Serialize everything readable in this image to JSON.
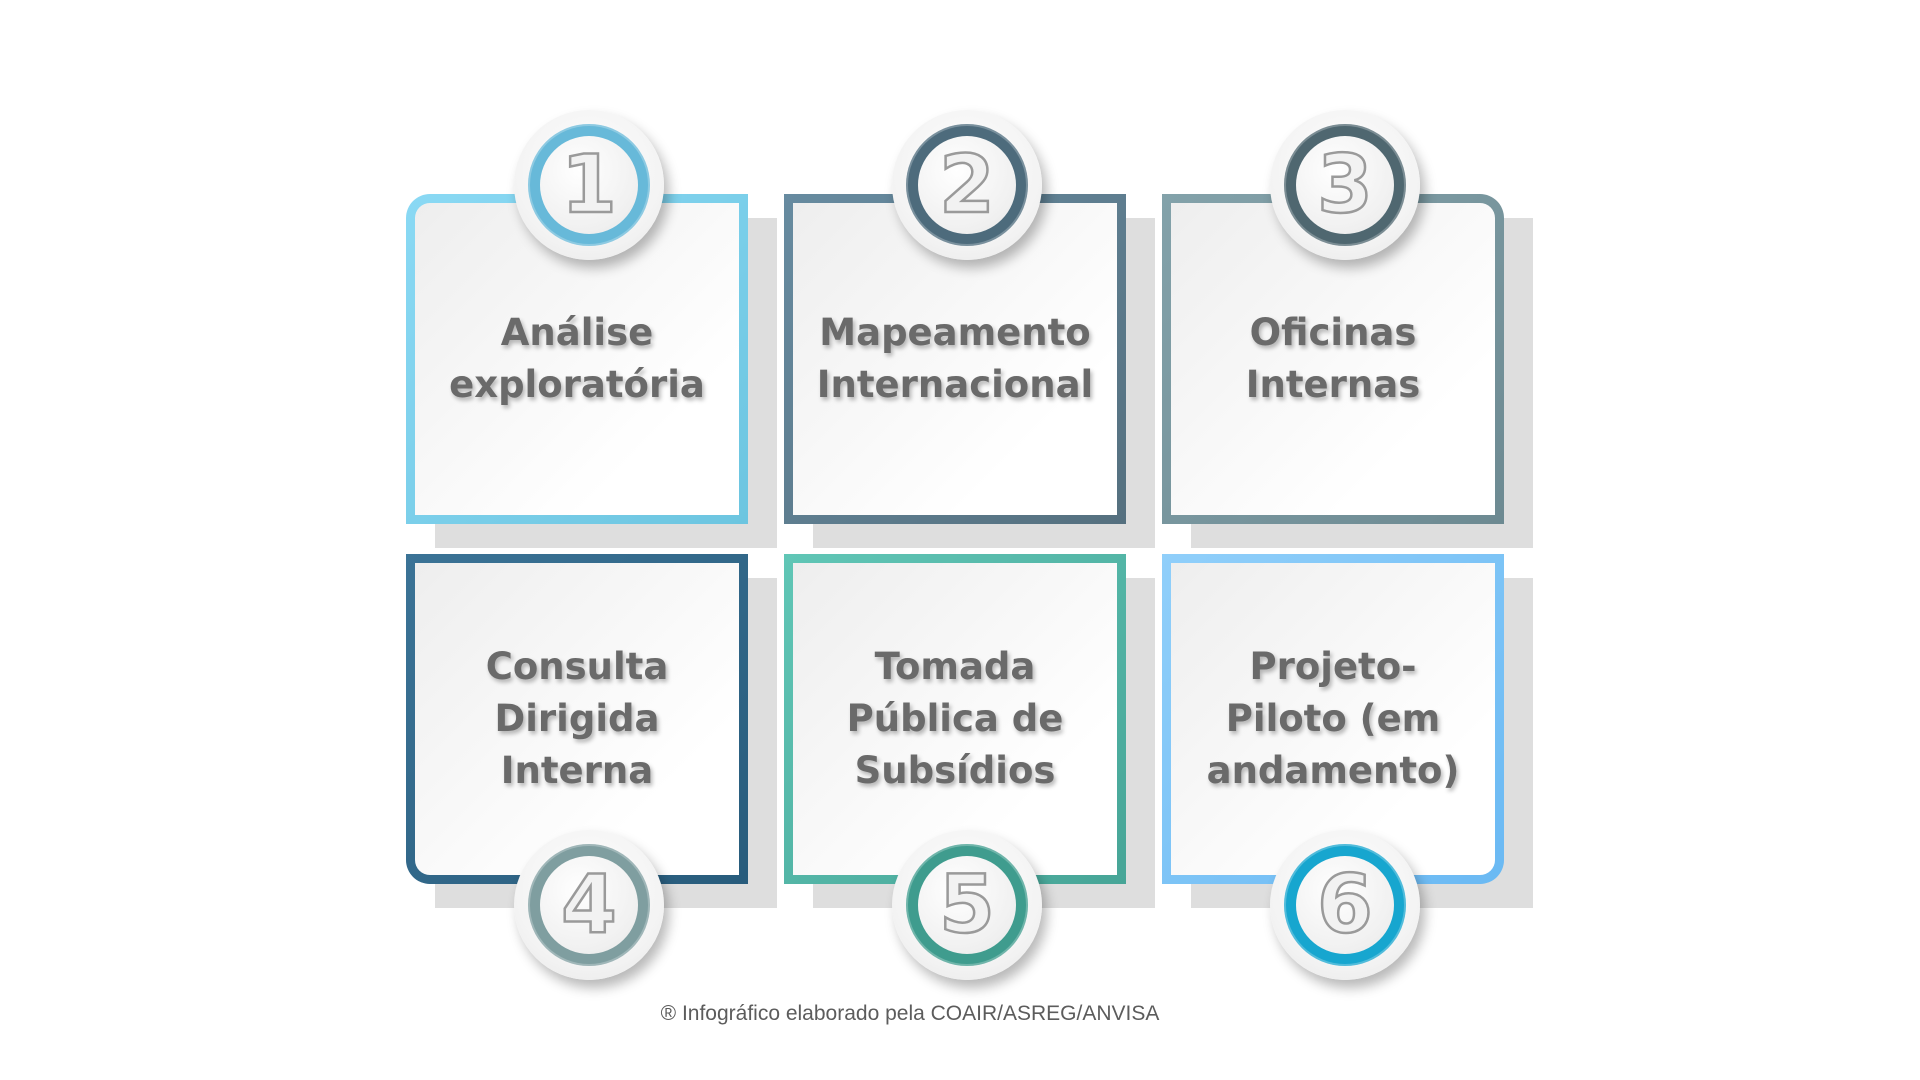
{
  "steps": [
    {
      "number": "1",
      "label": "Análise\nexploratória",
      "color": "#79d3ef",
      "border_gradient": [
        "#8ad9f4",
        "#6cc5e0"
      ],
      "ring_color": "#67b9d9"
    },
    {
      "number": "2",
      "label": "Mapeamento\nInternacional",
      "color": "#5f7f94",
      "border_gradient": [
        "#678ba0",
        "#55707f"
      ],
      "ring_color": "#4d6b7c"
    },
    {
      "number": "3",
      "label": "Oficinas\nInternas",
      "color": "#7a9aa3",
      "border_gradient": [
        "#83a2aa",
        "#6d8a92"
      ],
      "ring_color": "#4f6770"
    },
    {
      "number": "4",
      "label": "Consulta\nDirigida\nInterna",
      "color": "#2f6a8d",
      "border_gradient": [
        "#3b7396",
        "#285c7c"
      ],
      "ring_color": "#7f9ea0"
    },
    {
      "number": "5",
      "label": "Tomada\nPública de\nSubsídios",
      "color": "#5bbfb0",
      "border_gradient": [
        "#60c6b6",
        "#47a597"
      ],
      "ring_color": "#3f9c8e"
    },
    {
      "number": "6",
      "label": "Projeto-\nPiloto (em\nandamento)",
      "color": "#7fc6f7",
      "border_gradient": [
        "#90cffa",
        "#6ab9f3"
      ],
      "ring_color": "#17a6cf"
    }
  ],
  "credit": "® Infográfico elaborado pela COAIR/ASREG/ANVISA"
}
